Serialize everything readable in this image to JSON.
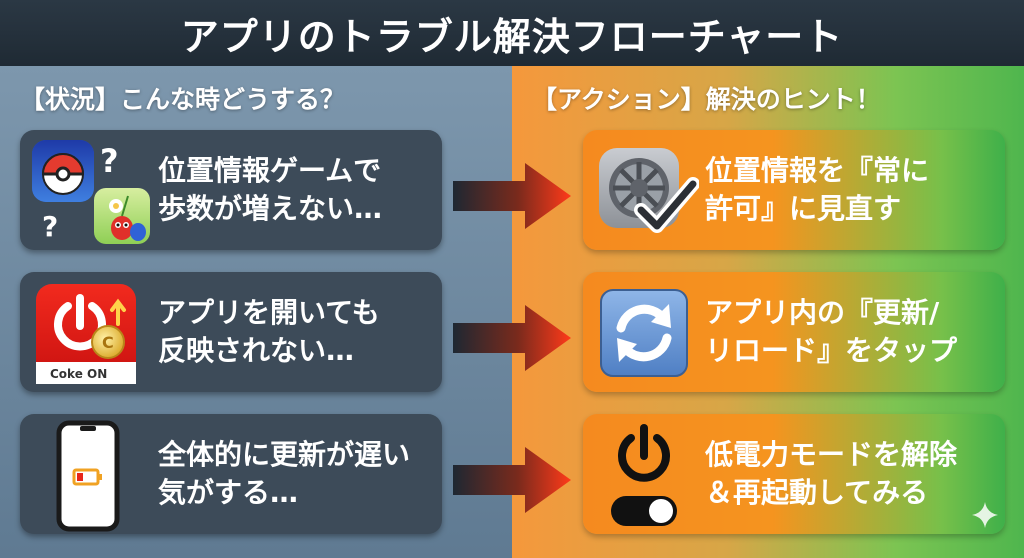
{
  "title": "アプリのトラブル解決フローチャート",
  "headings": {
    "situation": "【状況】こんな時どうする？",
    "action": "【アクション】解決のヒント！"
  },
  "rows": [
    {
      "situation": {
        "line1": "位置情報ゲームで",
        "line2": "歩数が増えない…",
        "icon": "game-apps-icon"
      },
      "action": {
        "line1": "位置情報を『常に",
        "line2": "許可』に見直す",
        "icon": "settings-gear-icon"
      }
    },
    {
      "situation": {
        "line1": "アプリを開いても",
        "line2": "反映されない…",
        "icon": "coke-on-app-icon",
        "app_label": "Coke ON"
      },
      "action": {
        "line1": "アプリ内の『更新/",
        "line2": "リロード』をタップ",
        "icon": "refresh-icon"
      }
    },
    {
      "situation": {
        "line1": "全体的に更新が遅い",
        "line2": "気がする…",
        "icon": "low-battery-phone-icon"
      },
      "action": {
        "line1": "低電力モードを解除",
        "line2": "＆再起動してみる",
        "icon": "power-toggle-icon"
      }
    }
  ],
  "colors": {
    "title_bg": "#1f2a34",
    "left_bg": "#6f889f",
    "situation_card": "#3d4b59",
    "action_orange": "#f58a1f",
    "action_green": "#3fb04a",
    "arrow_red": "#ff3a1a"
  },
  "glyphs": {
    "question": "?"
  }
}
